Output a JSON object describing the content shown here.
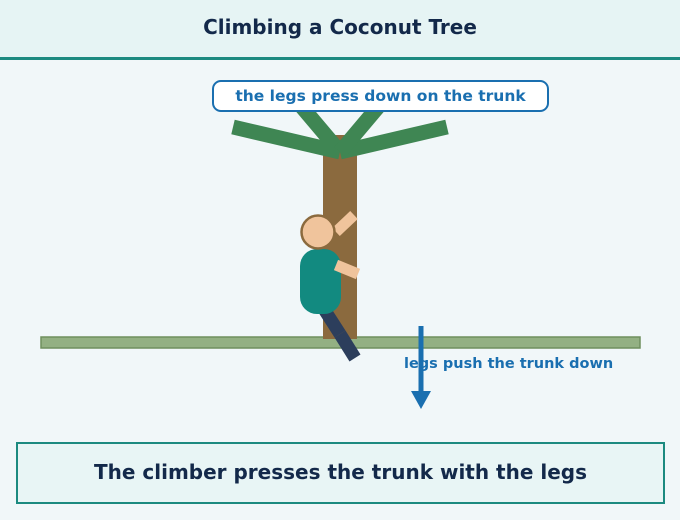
{
  "header": {
    "title": "Climbing a Coconut Tree"
  },
  "callout": {
    "text": "the legs press down on the trunk"
  },
  "force_arrow": {
    "label": "legs push the trunk down",
    "color": "#1a6fb0"
  },
  "caption": {
    "text": "The climber presses the trunk with the legs"
  },
  "colors": {
    "trunk": "#8b6a3e",
    "leaves": "#3f8653",
    "ground": "#93b083",
    "shirt": "#128a80",
    "skin": "#f0c49c",
    "trousers": "#2c3e5c",
    "accent": "#1c8a80"
  }
}
